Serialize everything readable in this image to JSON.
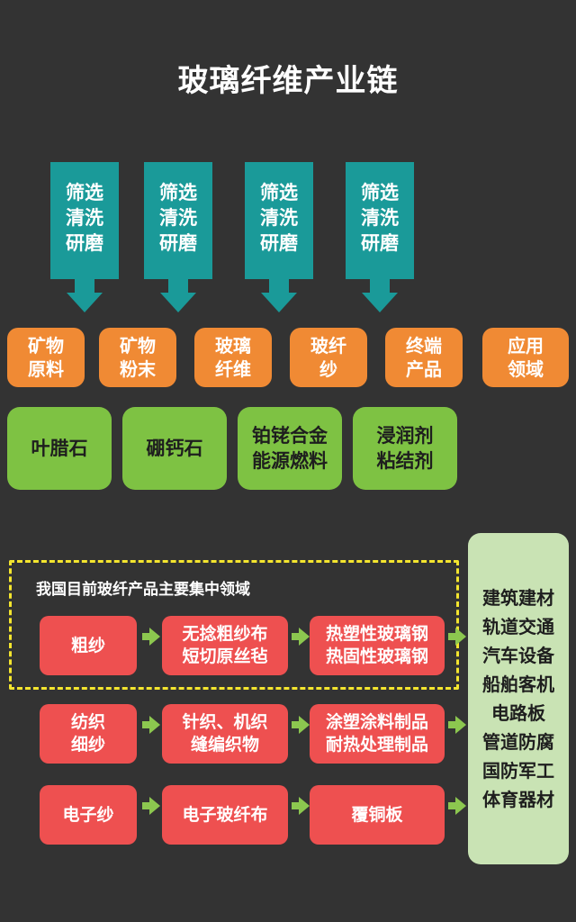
{
  "title": "玻璃纤维产业链",
  "processes": [
    [
      "筛选",
      "清洗",
      "研磨"
    ],
    [
      "筛选",
      "清洗",
      "研磨"
    ],
    [
      "筛选",
      "清洗",
      "研磨"
    ],
    [
      "筛选",
      "清洗",
      "研磨"
    ]
  ],
  "stages": [
    [
      "矿物",
      "原料"
    ],
    [
      "矿物",
      "粉末"
    ],
    [
      "玻璃",
      "纤维"
    ],
    [
      "玻纤",
      "纱"
    ],
    [
      "终端",
      "产品"
    ],
    [
      "应用",
      "领域"
    ]
  ],
  "materials": [
    [
      "叶腊石"
    ],
    [
      "硼钙石"
    ],
    [
      "铂铑合金",
      "能源燃料"
    ],
    [
      "浸润剂",
      "粘结剂"
    ]
  ],
  "focus_label": "我国目前玻纤产品主要集中领域",
  "rows": [
    {
      "yarn": [
        "粗纱"
      ],
      "fabric": [
        "无捻粗纱布",
        "短切原丝毡"
      ],
      "product": [
        "热塑性玻璃钢",
        "热固性玻璃钢"
      ]
    },
    {
      "yarn": [
        "纺织",
        "细纱"
      ],
      "fabric": [
        "针织、机织",
        "缝编织物"
      ],
      "product": [
        "涂塑涂料制品",
        "耐热处理制品"
      ]
    },
    {
      "yarn": [
        "电子纱"
      ],
      "fabric": [
        "电子玻纤布"
      ],
      "product": [
        "覆铜板"
      ]
    }
  ],
  "applications": [
    "建筑建材",
    "轨道交通",
    "汽车设备",
    "船舶客机",
    "电路板",
    "管道防腐",
    "国防军工",
    "体育器材"
  ],
  "colors": {
    "background": "#333333",
    "process": "#1a9a99",
    "stage": "#f08a34",
    "material": "#7ec243",
    "row_box": "#ee5050",
    "arrow": "#8cc74f",
    "applications": "#c9e3b4",
    "dashed_border": "#f4e52e"
  }
}
